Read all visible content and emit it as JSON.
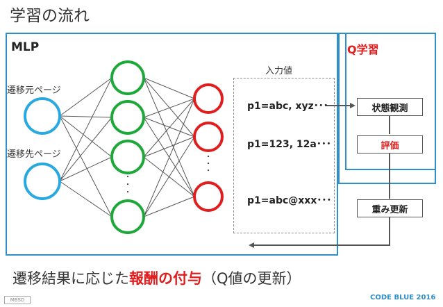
{
  "title": "学習の流れ",
  "mlp_label": "MLP",
  "q_label": "Q学習",
  "input_labels": [
    "遷移元ページ",
    "遷移先ページ"
  ],
  "input_title": "入力値",
  "input_values": [
    "p1=abc, xyz･･･",
    "p1=123, 12a･･･",
    "p1=abc@xxx･･･"
  ],
  "q_steps": [
    "状態観測",
    "評価",
    "重み更新"
  ],
  "bottom_text": {
    "part1": "遷移結果に応じた",
    "highlight": "報酬の付与",
    "part2": "（Q値の更新）"
  },
  "badge": "MBSD",
  "footer_brand": "CODE BLUE 2016",
  "colors": {
    "input_node": "#29a9e0",
    "hidden_node": "#1fa83a",
    "output_node": "#e01e1e",
    "frame": "#2f8fc9",
    "highlight": "#e01e1e"
  },
  "ellipsis": "・ ・ ・"
}
